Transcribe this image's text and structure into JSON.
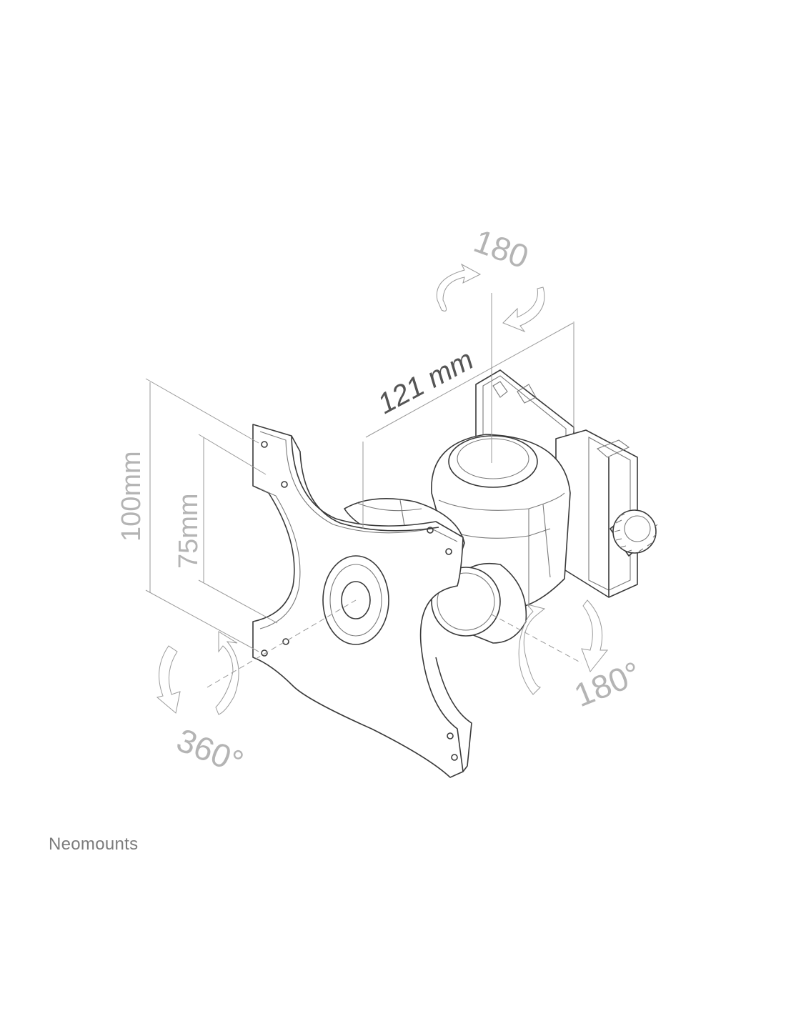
{
  "dimensions": {
    "width_label": "121 mm",
    "outer_height_label": "100mm",
    "inner_height_label": "75mm"
  },
  "rotations": {
    "swivel_label": "180",
    "tilt_label": "180°",
    "rotate_label": "360°"
  },
  "brand": {
    "name": "Neomounts"
  },
  "colors": {
    "line": "#3a3a3a",
    "dimension": "#b4b4b4",
    "brand": "#7c7c7c"
  }
}
